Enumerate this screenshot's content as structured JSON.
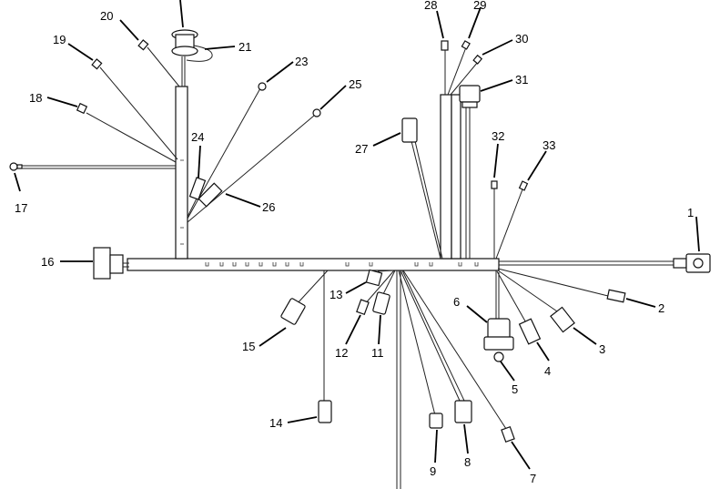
{
  "diagram": {
    "callouts": [
      {
        "id": "c1",
        "label": "1"
      },
      {
        "id": "c2",
        "label": "2"
      },
      {
        "id": "c3",
        "label": "3"
      },
      {
        "id": "c4",
        "label": "4"
      },
      {
        "id": "c5",
        "label": "5"
      },
      {
        "id": "c6",
        "label": "6"
      },
      {
        "id": "c7",
        "label": "7"
      },
      {
        "id": "c8",
        "label": "8"
      },
      {
        "id": "c9",
        "label": "9"
      },
      {
        "id": "c11",
        "label": "11"
      },
      {
        "id": "c12",
        "label": "12"
      },
      {
        "id": "c13",
        "label": "13"
      },
      {
        "id": "c14",
        "label": "14"
      },
      {
        "id": "c15",
        "label": "15"
      },
      {
        "id": "c16",
        "label": "16"
      },
      {
        "id": "c17",
        "label": "17"
      },
      {
        "id": "c18",
        "label": "18"
      },
      {
        "id": "c19",
        "label": "19"
      },
      {
        "id": "c20",
        "label": "20"
      },
      {
        "id": "c21",
        "label": "21"
      },
      {
        "id": "c23",
        "label": "23"
      },
      {
        "id": "c24",
        "label": "24"
      },
      {
        "id": "c25",
        "label": "25"
      },
      {
        "id": "c26",
        "label": "26"
      },
      {
        "id": "c27",
        "label": "27"
      },
      {
        "id": "c28",
        "label": "28"
      },
      {
        "id": "c29",
        "label": "29"
      },
      {
        "id": "c30",
        "label": "30"
      },
      {
        "id": "c31",
        "label": "31"
      },
      {
        "id": "c32",
        "label": "32"
      },
      {
        "id": "c33",
        "label": "33"
      }
    ]
  }
}
